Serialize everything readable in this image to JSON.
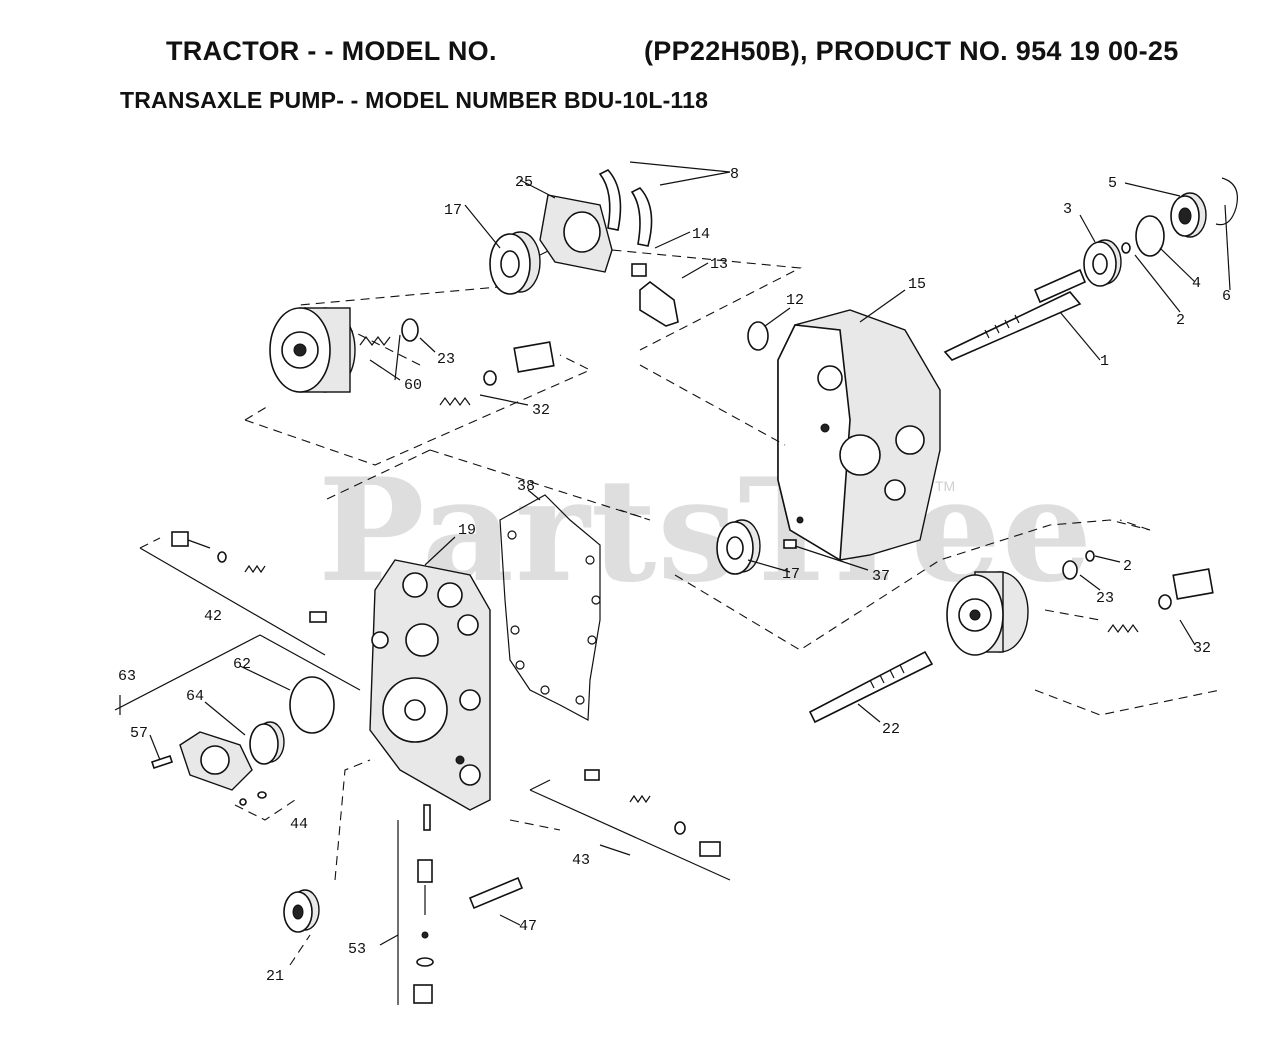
{
  "header": {
    "line1_left": "TRACTOR - - MODEL NO.",
    "line1_right": "(PP22H50B), PRODUCT NO. 954 19 00-25",
    "line2": "TRANSAXLE PUMP- - MODEL NUMBER BDU-10L-118"
  },
  "watermark": {
    "text": "PartsTree",
    "trademark": "TM"
  },
  "callouts": {
    "c8": "8",
    "c25": "25",
    "c17a": "17",
    "c14": "14",
    "c13": "13",
    "c5": "5",
    "c3": "3",
    "c4": "4",
    "c6": "6",
    "c2a": "2",
    "c12": "12",
    "c15": "15",
    "c1": "1",
    "c23a": "23",
    "c60": "60",
    "c32a": "32",
    "c38": "38",
    "c19": "19",
    "c17b": "17",
    "c37": "37",
    "c2b": "2",
    "c23b": "23",
    "c32b": "32",
    "c42": "42",
    "c63": "63",
    "c62": "62",
    "c64": "64",
    "c57": "57",
    "c44": "44",
    "c22": "22",
    "c43": "43",
    "c47": "47",
    "c53": "53",
    "c21": "21"
  }
}
